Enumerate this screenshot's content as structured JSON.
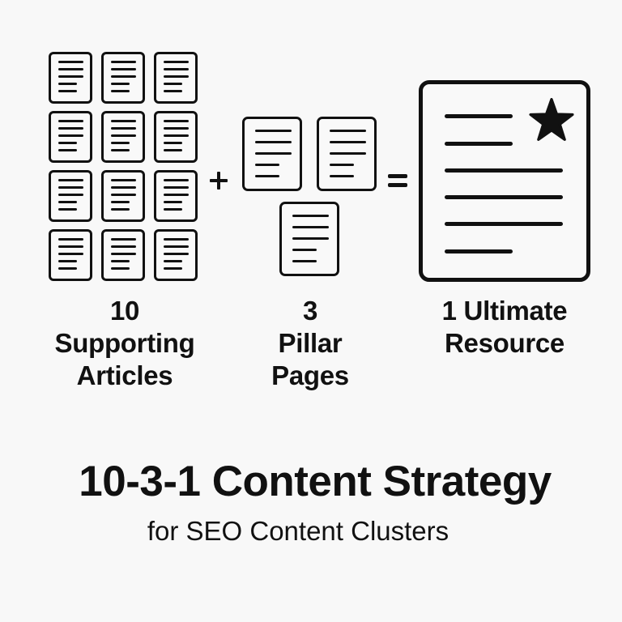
{
  "diagram": {
    "title": "10-3-1 Content Strategy",
    "subtitle": "for SEO Content Clusters",
    "colors": {
      "background": "#f8f8f8",
      "ink": "#111111"
    },
    "groups": [
      {
        "id": "supporting",
        "count": 10,
        "icon": "document-icon",
        "icons_drawn": 12,
        "grid": {
          "rows": 4,
          "cols": 3
        },
        "label_lines": [
          "10",
          "Supporting",
          "Articles"
        ]
      },
      {
        "id": "pillar",
        "count": 3,
        "icon": "document-icon",
        "icons_drawn": 3,
        "label_lines": [
          "3",
          "Pillar",
          "Pages"
        ]
      },
      {
        "id": "ultimate",
        "count": 1,
        "icon": "starred-document-icon",
        "icons_drawn": 1,
        "label_lines": [
          "1 Ultimate",
          "Resource"
        ]
      }
    ],
    "operators": {
      "plus": "+",
      "equals": "="
    }
  }
}
